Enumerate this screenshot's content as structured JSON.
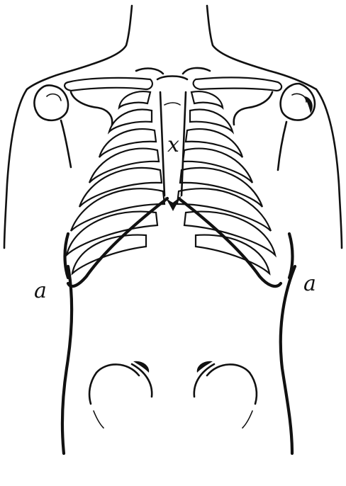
{
  "figure": {
    "labels": {
      "sternum": "x",
      "left_flank": "a",
      "right_flank": "a"
    },
    "ink_color": "#111111",
    "paper_color": "#ffffff"
  }
}
